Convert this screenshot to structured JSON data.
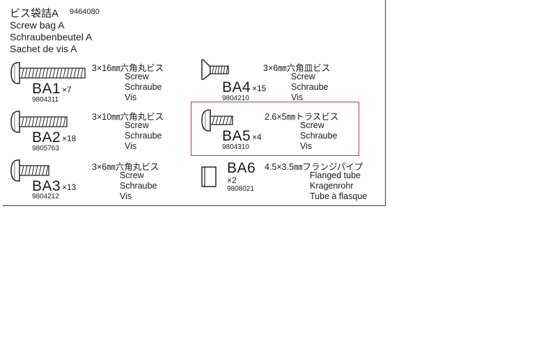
{
  "header": {
    "title_jp": "ビス袋詰A",
    "bag_number": "9464080",
    "title_en": "Screw bag A",
    "title_de": "Schraubenbeutel A",
    "title_fr": "Sachet de vis A"
  },
  "parts": [
    {
      "code": "BA1",
      "qty": "×7",
      "partno": "9804311",
      "jp": "3×16㎜六角丸ビス",
      "en": "Screw",
      "de": "Schraube",
      "fr": "Vis"
    },
    {
      "code": "BA4",
      "qty": "×15",
      "partno": "9804210",
      "jp": "3×6㎜六角皿ビス",
      "en": "Screw",
      "de": "Schraube",
      "fr": "Vis"
    },
    {
      "code": "BA2",
      "qty": "×18",
      "partno": "9805763",
      "jp": "3×10㎜六角丸ビス",
      "en": "Screw",
      "de": "Schraube",
      "fr": "Vis"
    },
    {
      "code": "BA5",
      "qty": "×4",
      "partno": "9804310",
      "jp": "2.6×5㎜トラスビス",
      "en": "Screw",
      "de": "Schraube",
      "fr": "Vis"
    },
    {
      "code": "BA3",
      "qty": "×13",
      "partno": "9804212",
      "jp": "3×6㎜六角丸ビス",
      "en": "Screw",
      "de": "Schraube",
      "fr": "Vis"
    },
    {
      "code": "BA6",
      "qty": "×2",
      "partno": "9808021",
      "jp": "4.5×3.5㎜フランジパイプ",
      "en": "Flanged tube",
      "de": "Kragenrohr",
      "fr": "Tube à flasque"
    }
  ],
  "highlight": {
    "color": "#c0393b",
    "part": "BA5"
  }
}
